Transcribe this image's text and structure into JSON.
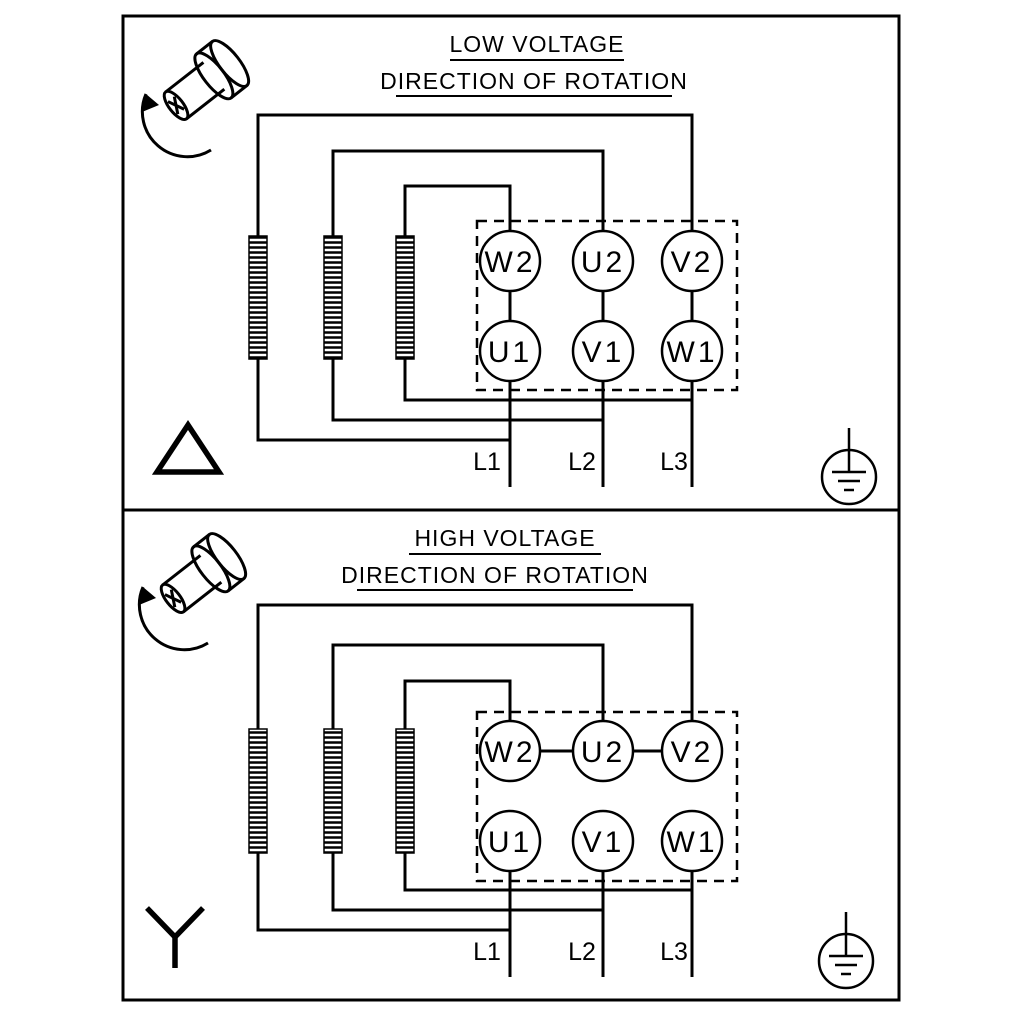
{
  "diagram": {
    "background_color": "#ffffff",
    "line_color": "#000000",
    "panels": [
      {
        "title": "LOW VOLTAGE",
        "subtitle": "DIRECTION OF ROTATION",
        "connection": "delta",
        "terminals_top": [
          "W2",
          "U2",
          "V2"
        ],
        "terminals_bottom": [
          "U1",
          "V1",
          "W1"
        ],
        "supply_lines": [
          "L1",
          "L2",
          "L3"
        ],
        "icons": [
          "rotation-direction-icon",
          "delta-icon",
          "earth-ground-icon"
        ]
      },
      {
        "title": "HIGH VOLTAGE",
        "subtitle": "DIRECTION OF ROTATION",
        "connection": "star",
        "terminals_top": [
          "W2",
          "U2",
          "V2"
        ],
        "terminals_bottom": [
          "U1",
          "V1",
          "W1"
        ],
        "supply_lines": [
          "L1",
          "L2",
          "L3"
        ],
        "icons": [
          "rotation-direction-icon",
          "star-icon",
          "earth-ground-icon"
        ]
      }
    ]
  }
}
